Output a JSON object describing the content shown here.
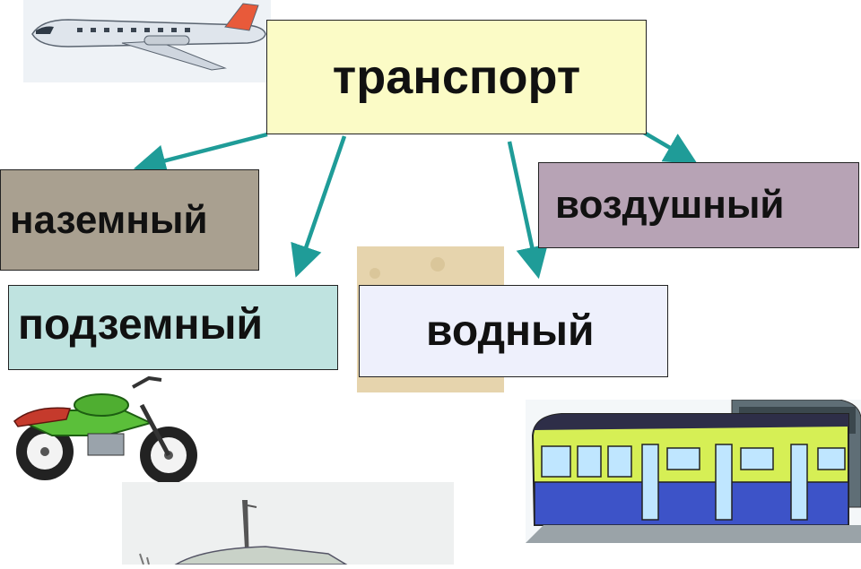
{
  "diagram": {
    "root": {
      "label": "транспорт"
    },
    "categories": [
      {
        "id": "ground",
        "label": "наземный",
        "color": "#a9a090"
      },
      {
        "id": "air",
        "label": "воздушный",
        "color": "#b7a3b5"
      },
      {
        "id": "underground",
        "label": "подземный",
        "color": "#bfe3e0"
      },
      {
        "id": "water",
        "label": "водный",
        "color": "#eef0fc"
      }
    ],
    "root_color": "#fbfbc6",
    "arrow_color": "#1f9c98"
  },
  "illustrations": [
    {
      "name": "airplane-icon"
    },
    {
      "name": "motorcycle-icon"
    },
    {
      "name": "ship-icon"
    },
    {
      "name": "train-icon"
    },
    {
      "name": "sand-texture"
    }
  ]
}
